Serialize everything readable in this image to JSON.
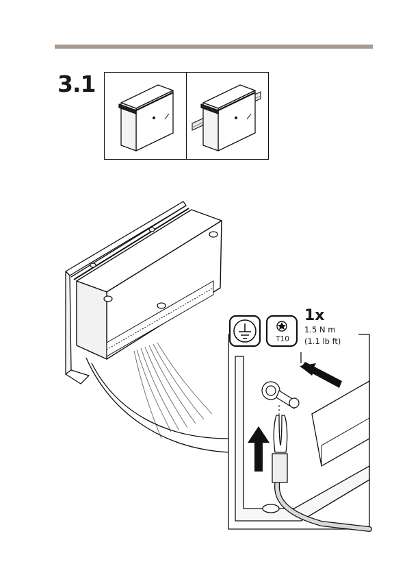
{
  "step": {
    "number": "3.1"
  },
  "mounting_options": [
    {
      "name": "wall-mount"
    },
    {
      "name": "din-rail-mount"
    }
  ],
  "tools": [
    {
      "icon": "ground-symbol-icon"
    },
    {
      "icon": "torx-bit-icon",
      "label": "T10"
    }
  ],
  "fastener": {
    "quantity": "1x",
    "torque_metric": "1.5 N m",
    "torque_imperial": "(1.1 lb ft)"
  }
}
